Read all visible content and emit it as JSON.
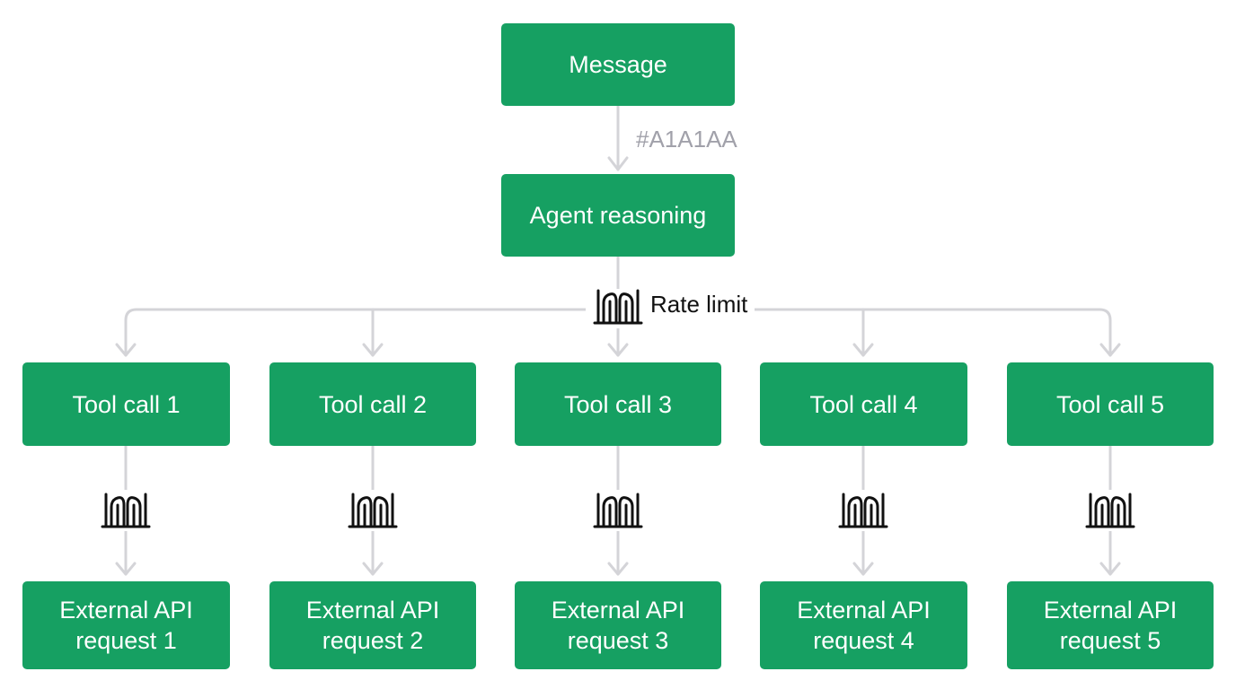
{
  "colors": {
    "node_fill": "#16A062",
    "node_text": "#ffffff",
    "connector": "#D4D4D8",
    "edge_label": "#A1A1AA",
    "gate_icon": "#111111"
  },
  "nodes": {
    "message": "Message",
    "agent": "Agent reasoning",
    "tools": [
      "Tool call 1",
      "Tool call 2",
      "Tool call 3",
      "Tool call 4",
      "Tool call 5"
    ],
    "apis": [
      [
        "External API",
        "request 1"
      ],
      [
        "External API",
        "request 2"
      ],
      [
        "External API",
        "request 3"
      ],
      [
        "External API",
        "request 4"
      ],
      [
        "External API",
        "request 5"
      ]
    ]
  },
  "edge_label": "#A1A1AA",
  "rate_limit": {
    "label": "Rate limit",
    "icon": "gate-icon"
  }
}
